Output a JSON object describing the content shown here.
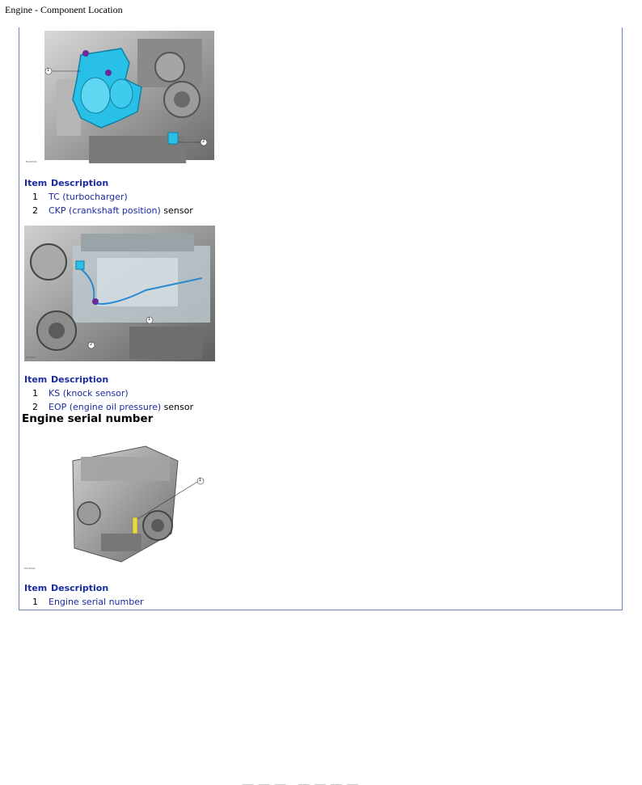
{
  "page": {
    "header": "Engine - Component Location"
  },
  "figures": [
    {
      "id_label": "E146716",
      "table": {
        "col_item": "Item",
        "col_desc": "Description",
        "rows": [
          {
            "num": "1",
            "link": "TC (turbocharger)",
            "rest": ""
          },
          {
            "num": "2",
            "link": "CKP (crankshaft position)",
            "rest": " sensor"
          }
        ]
      }
    },
    {
      "id_label": "E146717",
      "table": {
        "col_item": "Item",
        "col_desc": "Description",
        "rows": [
          {
            "num": "1",
            "link": "KS (knock sensor)",
            "rest": ""
          },
          {
            "num": "2",
            "link": "EOP (engine oil pressure)",
            "rest": " sensor"
          }
        ]
      }
    }
  ],
  "section": {
    "title": "Engine serial number",
    "id_label": "E145026",
    "table": {
      "col_item": "Item",
      "col_desc": "Description",
      "rows": [
        {
          "num": "1",
          "link": "Engine serial number",
          "rest": ""
        }
      ]
    }
  },
  "callouts": {
    "fig1": [
      "1",
      "2"
    ],
    "fig2": [
      "1",
      "2"
    ],
    "fig3": [
      "1"
    ]
  },
  "colors": {
    "link": "#1a2aa0",
    "frame": "#6a86b8",
    "highlight_cyan": "#29c0e8",
    "highlight_yellow": "#e8d84a"
  }
}
